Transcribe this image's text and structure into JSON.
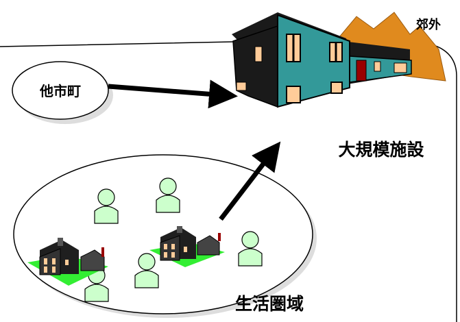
{
  "labels": {
    "suburb": "郊外",
    "other_city": "他市町",
    "large_facility": "大規模施設",
    "living_area": "生活圏域"
  },
  "colors": {
    "person_fill": "#ccffcc",
    "building_teal": "#339999",
    "roof_dark": "#1a1a1a",
    "mountain": "#e08a1e",
    "window": "#ffcc99",
    "lawn": "#33ee33",
    "door": "#990000"
  },
  "icons": [
    "large-building-icon",
    "house-icon",
    "person-icon",
    "mountain-icon",
    "arrow-icon"
  ]
}
